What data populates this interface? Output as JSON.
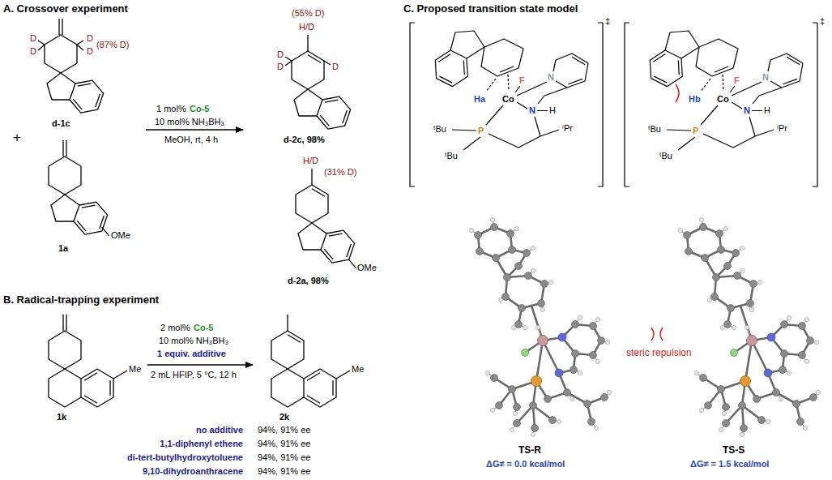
{
  "diagram": {
    "labels": [
      "A. Crossover experiment",
      "(87% D)",
      "D",
      "D",
      "D",
      "D",
      "d-1c",
      "+",
      "OMe",
      "1a",
      "1 mol%",
      "Co-5",
      "10 mol% NH₃BH₃",
      "MeOH, rt, 4 h",
      "(55% D)",
      "H/D",
      "D",
      "D",
      "D",
      "d-2c, 98%",
      "H/D",
      "(31% D)",
      "OMe",
      "d-2a, 98%",
      "B. Radical-trapping experiment",
      "2 mol%",
      "Co-5",
      "10 mol% NH₃BH₃",
      "1 equiv. additive",
      "2 mL HFIP, 5 °C, 12 h",
      "Me",
      "1k",
      "Me",
      "2k",
      "no additive",
      "94%, 91% ee",
      "1,1-diphenyl ethene",
      "94%, 91% ee",
      "di-tert-butylhydroxytoluene",
      "94%, 91% ee",
      "9,10-dihydroanthracene",
      "94%, 91% ee",
      "C. Proposed transition state model",
      "‡",
      "Ha",
      "Co",
      "F",
      "N",
      "N",
      "H",
      "ᵗBu",
      "P",
      "ᵗBu",
      "ⁱPr",
      "‡",
      "Hb",
      "Co",
      "F",
      "N",
      "N",
      "H",
      "ᵗBu",
      "P",
      "ᵗBu",
      "ⁱPr",
      "TS-R",
      "ΔG≠ = 0.0 kcal/mol",
      "TS-S",
      "ΔG≠ = 1.5 kcal/mol",
      "steric repulsion"
    ]
  }
}
